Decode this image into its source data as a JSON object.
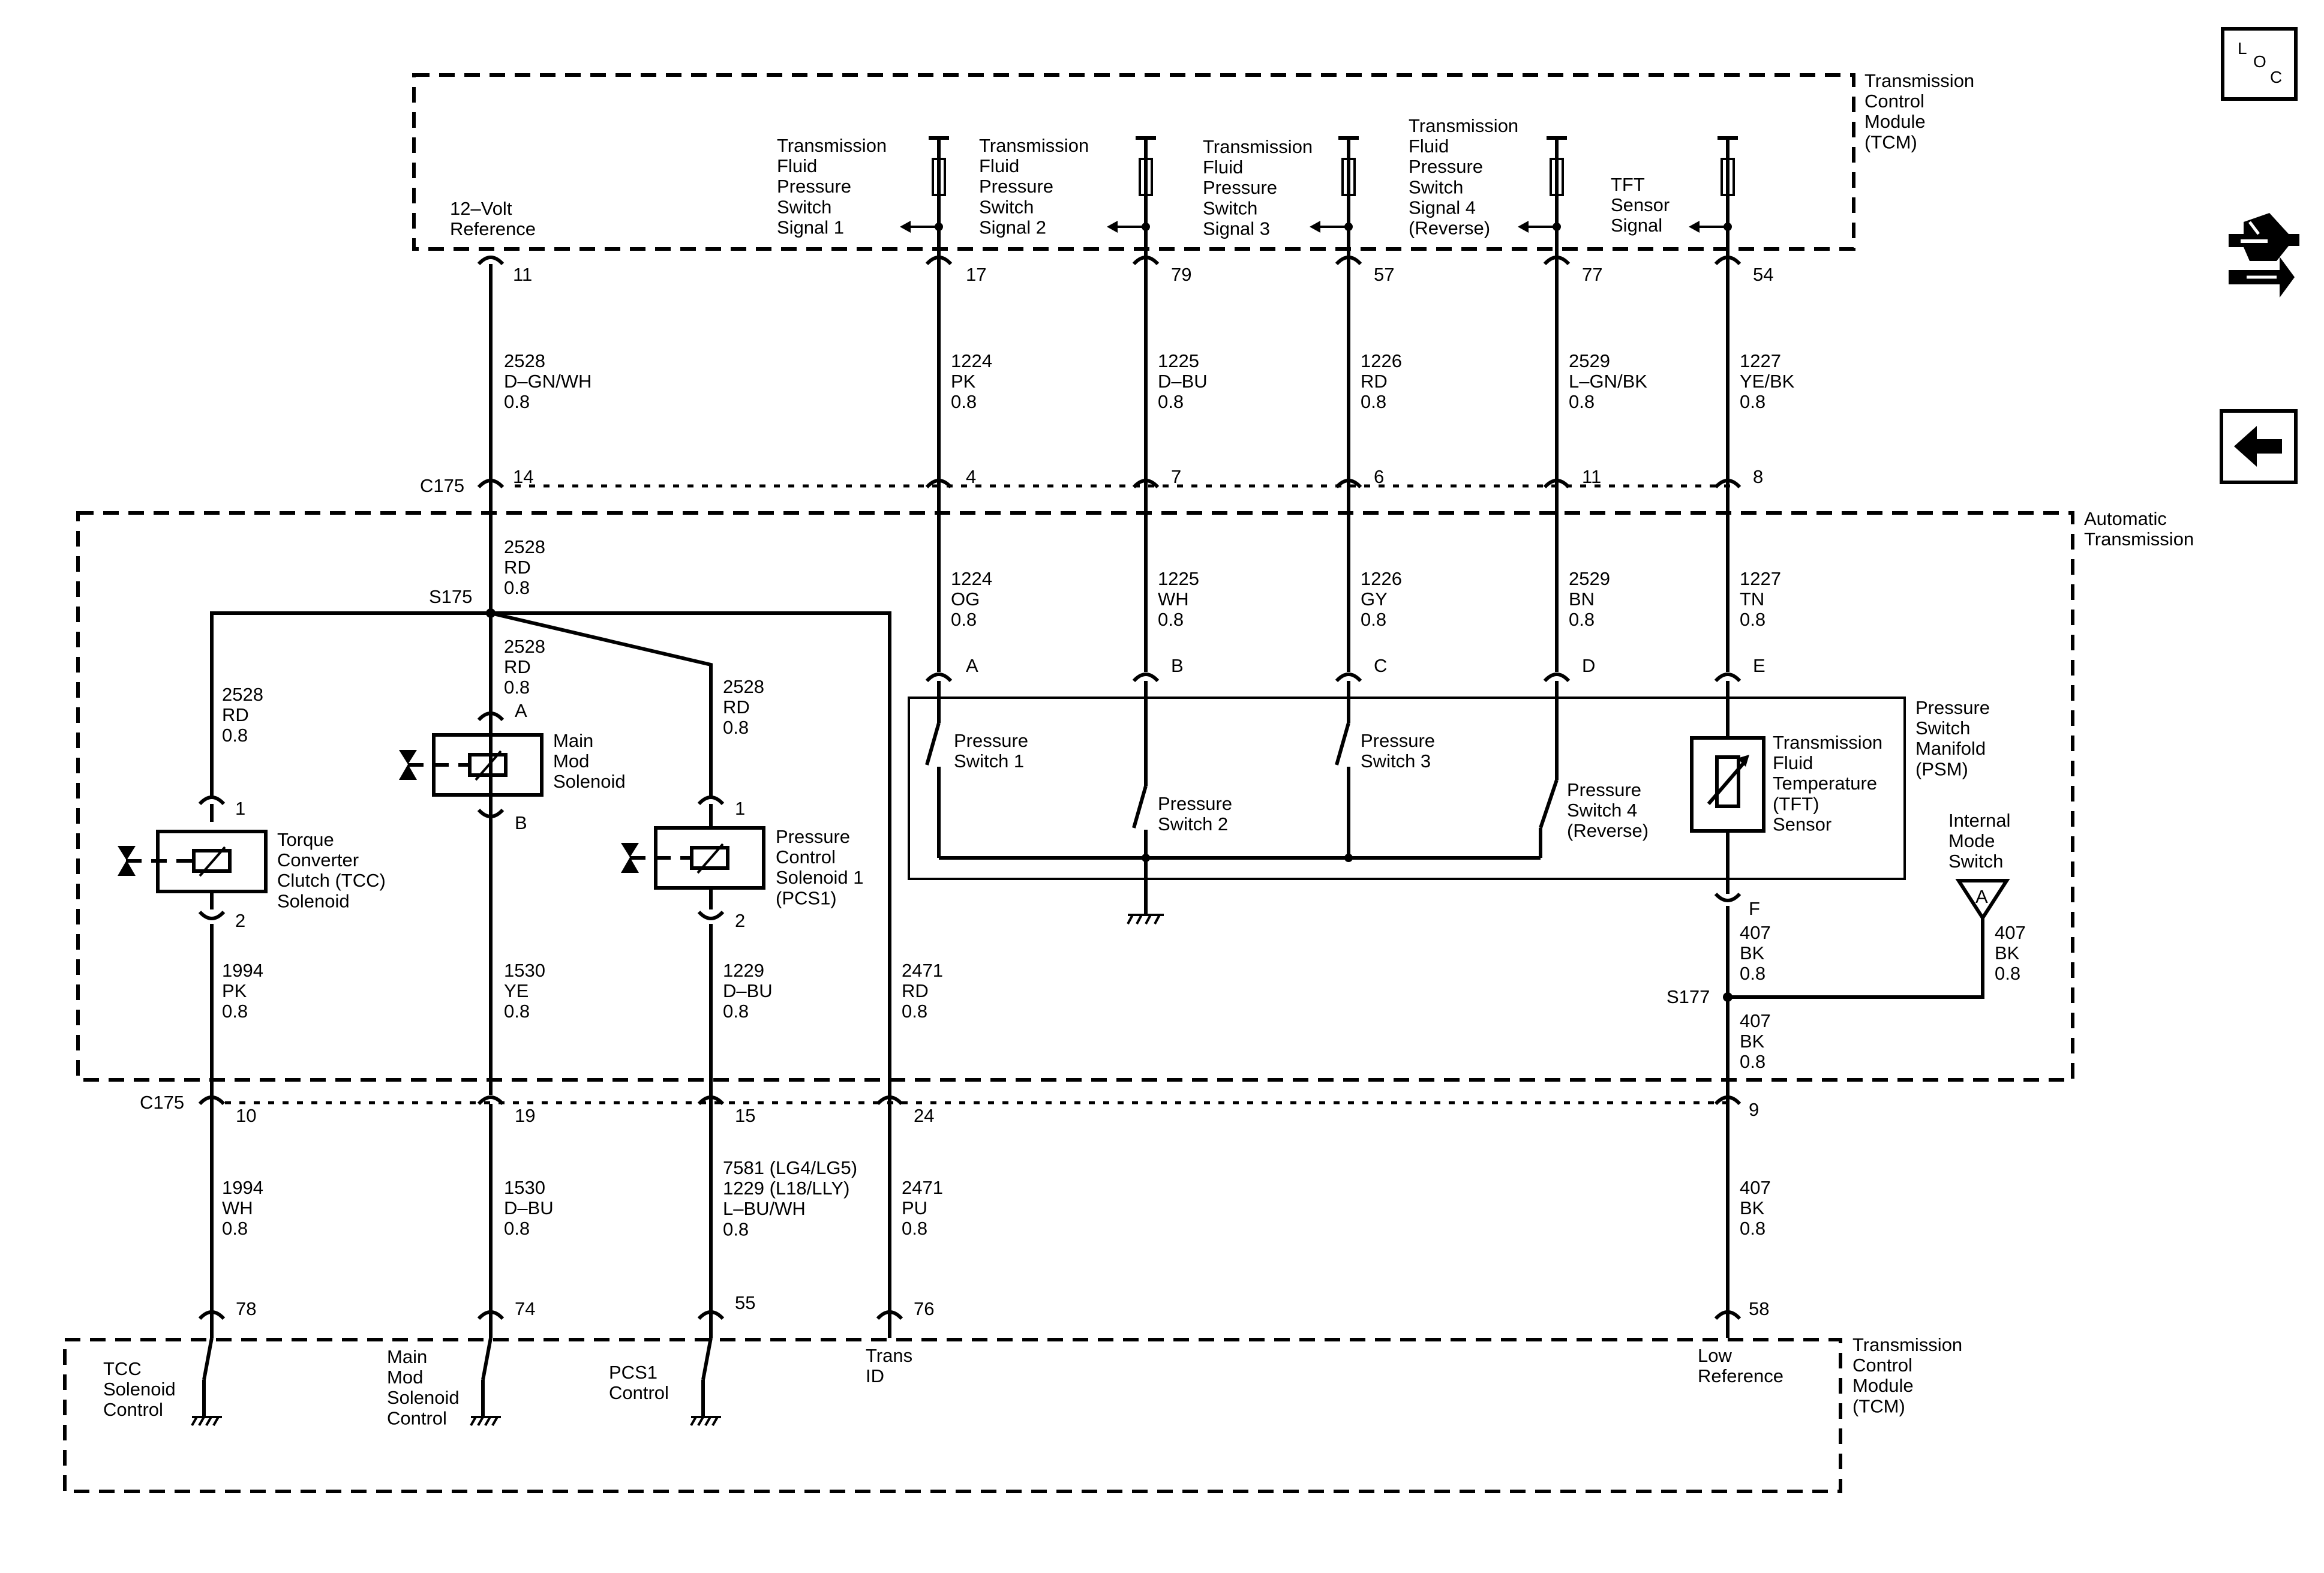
{
  "tcm_top": {
    "title": [
      "Transmission",
      "Control",
      "Module",
      "(TCM)"
    ]
  },
  "tcm_bottom": {
    "title": [
      "Transmission",
      "Control",
      "Module",
      "(TCM)"
    ]
  },
  "auto_trans": {
    "title": [
      "Automatic",
      "Transmission"
    ]
  },
  "psm": {
    "title": [
      "Pressure",
      "Switch",
      "Manifold",
      "(PSM)"
    ]
  },
  "connector": "C175",
  "splices": {
    "s175": "S175",
    "s177": "S177"
  },
  "top_circuits": [
    {
      "label": [
        "12–Volt",
        "Reference"
      ],
      "tcm_pin": "11",
      "wire_top": [
        "2528",
        "D–GN/WH",
        "0.8"
      ],
      "c175_pin": "14",
      "wire_low": [
        "2528",
        "RD",
        "0.8"
      ]
    },
    {
      "label": [
        "Transmission",
        "Fluid",
        "Pressure",
        "Switch",
        "Signal 1"
      ],
      "tcm_pin": "17",
      "wire_top": [
        "1224",
        "PK",
        "0.8"
      ],
      "c175_pin": "4",
      "wire_low": [
        "1224",
        "OG",
        "0.8"
      ],
      "psm_pin": "A"
    },
    {
      "label": [
        "Transmission",
        "Fluid",
        "Pressure",
        "Switch",
        "Signal 2"
      ],
      "tcm_pin": "79",
      "wire_top": [
        "1225",
        "D–BU",
        "0.8"
      ],
      "c175_pin": "7",
      "wire_low": [
        "1225",
        "WH",
        "0.8"
      ],
      "psm_pin": "B"
    },
    {
      "label": [
        "Transmission",
        "Fluid",
        "Pressure",
        "Switch",
        "Signal 3"
      ],
      "tcm_pin": "57",
      "wire_top": [
        "1226",
        "RD",
        "0.8"
      ],
      "c175_pin": "6",
      "wire_low": [
        "1226",
        "GY",
        "0.8"
      ],
      "psm_pin": "C"
    },
    {
      "label": [
        "Transmission",
        "Fluid",
        "Pressure",
        "Switch",
        "Signal 4",
        "(Reverse)"
      ],
      "tcm_pin": "77",
      "wire_top": [
        "2529",
        "L–GN/BK",
        "0.8"
      ],
      "c175_pin": "11",
      "wire_low": [
        "2529",
        "BN",
        "0.8"
      ],
      "psm_pin": "D"
    },
    {
      "label": [
        "TFT",
        "Sensor",
        "Signal"
      ],
      "tcm_pin": "54",
      "wire_top": [
        "1227",
        "YE/BK",
        "0.8"
      ],
      "c175_pin": "8",
      "wire_low": [
        "1227",
        "TN",
        "0.8"
      ],
      "psm_pin": "E"
    }
  ],
  "switches": {
    "ps1": [
      "Pressure",
      "Switch 1"
    ],
    "ps2": [
      "Pressure",
      "Switch 2"
    ],
    "ps3": [
      "Pressure",
      "Switch 3"
    ],
    "ps4": [
      "Pressure",
      "Switch 4",
      "(Reverse)"
    ],
    "tft": [
      "Transmission",
      "Fluid",
      "Temperature",
      "(TFT)",
      "Sensor"
    ]
  },
  "psm_f_pin": "F",
  "solenoids": {
    "tcc": {
      "name": [
        "Torque",
        "Converter",
        "Clutch (TCC)",
        "Solenoid"
      ],
      "pin_top": "1",
      "pin_bot": "2",
      "wire_in": [
        "2528",
        "RD",
        "0.8"
      ],
      "wire_out": [
        "1994",
        "PK",
        "0.8"
      ]
    },
    "mms": {
      "name": [
        "Main",
        "Mod",
        "Solenoid"
      ],
      "pin_top": "A",
      "pin_bot": "B",
      "wire_in": [
        "2528",
        "RD",
        "0.8"
      ],
      "wire_out": [
        "1530",
        "YE",
        "0.8"
      ]
    },
    "pcs1": {
      "name": [
        "Pressure",
        "Control",
        "Solenoid 1",
        "(PCS1)"
      ],
      "pin_top": "1",
      "pin_bot": "2",
      "wire_in": [
        "2528",
        "RD",
        "0.8"
      ],
      "wire_out": [
        "1229",
        "D–BU",
        "0.8"
      ]
    }
  },
  "trans_id_wire": [
    "2471",
    "RD",
    "0.8"
  ],
  "internal_mode_switch": {
    "name": [
      "Internal",
      "Mode",
      "Switch"
    ],
    "pin": "A",
    "wire": [
      "407",
      "BK",
      "0.8"
    ]
  },
  "tft_low_wires": {
    "upper": [
      "407",
      "BK",
      "0.8"
    ],
    "lower": [
      "407",
      "BK",
      "0.8"
    ]
  },
  "bottom_circuits": [
    {
      "c175_pin": "10",
      "wire": [
        "1994",
        "WH",
        "0.8"
      ],
      "tcm_pin": "78",
      "label": [
        "TCC",
        "Solenoid",
        "Control"
      ]
    },
    {
      "c175_pin": "19",
      "wire": [
        "1530",
        "D–BU",
        "0.8"
      ],
      "tcm_pin": "74",
      "label": [
        "Main",
        "Mod",
        "Solenoid",
        "Control"
      ]
    },
    {
      "c175_pin": "15",
      "wire": [
        "7581 (LG4/LG5)",
        "1229 (L18/LLY)",
        "L–BU/WH",
        "0.8"
      ],
      "tcm_pin": "55",
      "label": [
        "PCS1",
        "Control"
      ]
    },
    {
      "c175_pin": "24",
      "wire": [
        "2471",
        "PU",
        "0.8"
      ],
      "tcm_pin": "76",
      "label": [
        "Trans",
        "ID"
      ]
    },
    {
      "c175_pin": "9",
      "wire": [
        "407",
        "BK",
        "0.8"
      ],
      "tcm_pin": "58",
      "label": [
        "Low",
        "Reference"
      ]
    }
  ],
  "side_buttons": {
    "loc": [
      "L",
      "O",
      "C"
    ],
    "icons": [
      "loc-icon",
      "connector-end-view-icon",
      "back-arrow-icon"
    ]
  }
}
